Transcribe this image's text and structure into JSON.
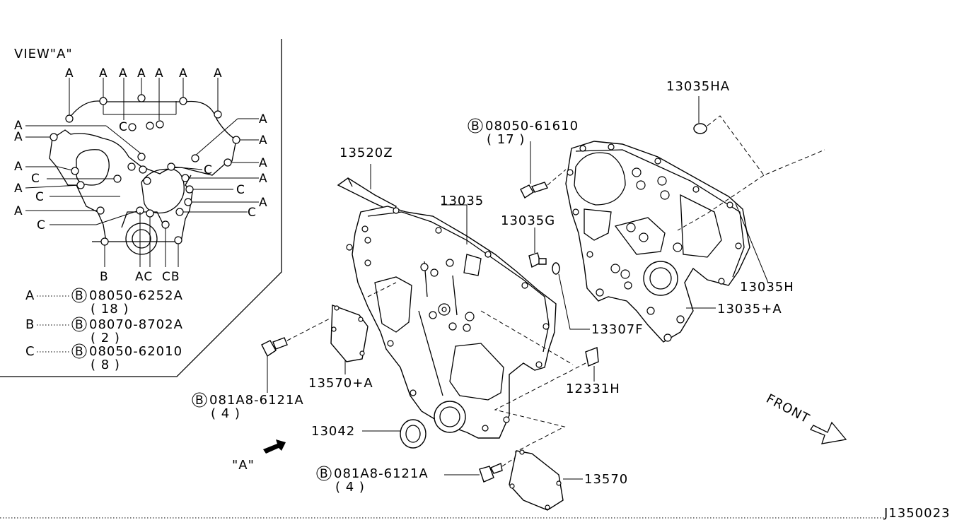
{
  "view": {
    "title": "VIEW\"A\"",
    "view_arrow_label": "\"A\"",
    "legend": [
      {
        "key": "A",
        "code": "08050-6252A",
        "qty": "( 18 )"
      },
      {
        "key": "B",
        "code": "08070-8702A",
        "qty": "( 2 )"
      },
      {
        "key": "C",
        "code": "08050-62010",
        "qty": "( 8 )"
      }
    ],
    "bolt_marks": {
      "top": [
        "A",
        "A",
        "A",
        "A",
        "A",
        "A",
        "A"
      ],
      "left": [
        "A",
        "A",
        "A",
        "C",
        "A",
        "C",
        "A",
        "C"
      ],
      "right": [
        "A",
        "A",
        "A",
        "A",
        "C",
        "A",
        "C"
      ],
      "bottom": [
        "B",
        "AC",
        "CB"
      ],
      "inner": [
        "C",
        "C"
      ]
    }
  },
  "parts": {
    "p13520Z": "13520Z",
    "p13035": "13035",
    "p13035G": "13035G",
    "p13035HA": "13035HA",
    "p13035H": "13035H",
    "p13035A": "13035+A",
    "p13307F": "13307F",
    "p12331H": "12331H",
    "p13570A": "13570+A",
    "p13042": "13042",
    "p13570": "13570",
    "bolt_top": {
      "code": "08050-61610",
      "qty": "( 17 )"
    },
    "bolt_left": {
      "code": "081A8-6121A",
      "qty": "( 4 )"
    },
    "bolt_bottom": {
      "code": "081A8-6121A",
      "qty": "( 4 )"
    }
  },
  "front_label": "FRONT",
  "circle_b": "B",
  "diagram_id": "J1350023"
}
